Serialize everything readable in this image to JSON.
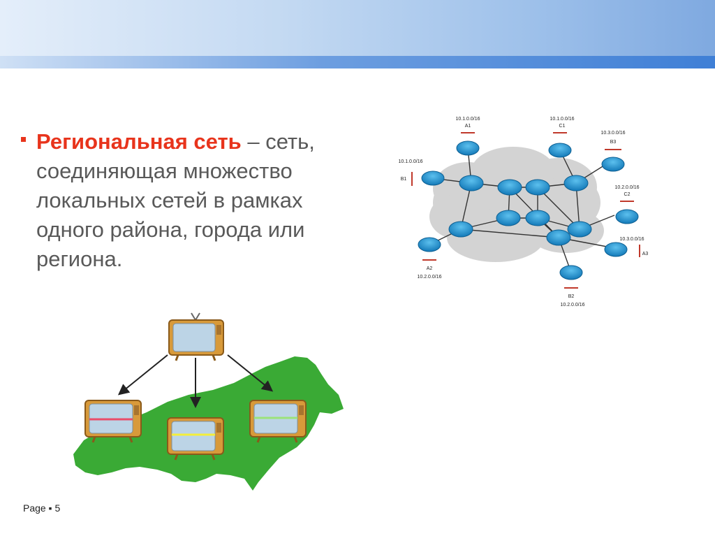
{
  "slide": {
    "bullet_term": "Региональная сеть",
    "bullet_rest": " – сеть, соединяющая множество локальных сетей в рамках одного района, города или региона.",
    "footer_page_label": "Page",
    "footer_separator": "▪",
    "footer_page_number": "5"
  },
  "network_diagram": {
    "labels": [
      {
        "text": "10.1.0.0/16",
        "name": "subnet-label-a1"
      },
      {
        "text": "A1",
        "name": "site-label-a1"
      },
      {
        "text": "10.1.0.0/16",
        "name": "subnet-label-c1"
      },
      {
        "text": "C1",
        "name": "site-label-c1"
      },
      {
        "text": "10.3.0.0/16",
        "name": "subnet-label-b3"
      },
      {
        "text": "B3",
        "name": "site-label-b3"
      },
      {
        "text": "10.1.0.0/16",
        "name": "subnet-label-b1"
      },
      {
        "text": "B1",
        "name": "site-label-b1"
      },
      {
        "text": "10.2.0.0/16",
        "name": "subnet-label-c2"
      },
      {
        "text": "C2",
        "name": "site-label-c2"
      },
      {
        "text": "10.3.0.0/16",
        "name": "subnet-label-a3"
      },
      {
        "text": "A3",
        "name": "site-label-a3"
      },
      {
        "text": "A2",
        "name": "site-label-a2"
      },
      {
        "text": "10.2.0.0/16",
        "name": "subnet-label-a2"
      },
      {
        "text": "B2",
        "name": "site-label-b2"
      },
      {
        "text": "10.2.0.0/16",
        "name": "subnet-label-b2"
      }
    ]
  },
  "colors": {
    "accent": "#e8341c",
    "body_text": "#595959",
    "router": "#1f8fc8",
    "cloud": "#d3d3d3",
    "map": "#3aaa35"
  }
}
